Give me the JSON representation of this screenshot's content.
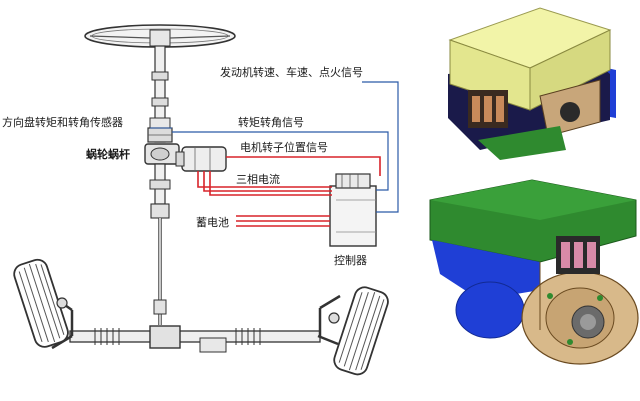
{
  "diagram": {
    "labels": {
      "engine_signal": "发动机转速、车速、点火信号",
      "torque_signal": "转矩转角信号",
      "steering_sensor": "方向盘转矩和转角传感器",
      "worm_gear": "蜗轮蜗杆",
      "rotor_signal": "电机转子位置信号",
      "three_phase": "三相电流",
      "battery": "蓄电池",
      "controller": "控制器"
    },
    "colors": {
      "signal_line": "#2b5aa8",
      "power_line": "#d8232a",
      "controller_green": "#2f8a2f",
      "controller_yellow": "#e9ec9a",
      "motor_blue": "#1f3fd6",
      "motor_housing": "#d8b98a"
    }
  }
}
